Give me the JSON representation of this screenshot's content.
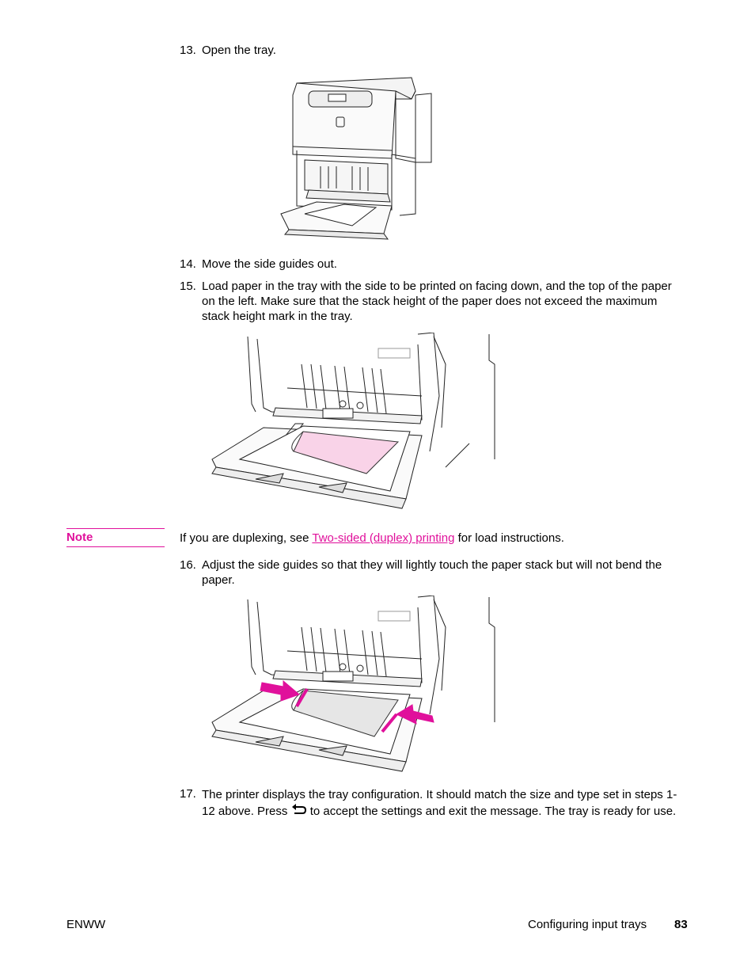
{
  "steps": [
    {
      "num": "13.",
      "text": "Open the tray."
    },
    {
      "num": "14.",
      "text": "Move the side guides out."
    },
    {
      "num": "15.",
      "text": "Load paper in the tray with the side to be printed on facing down, and the top of the paper on the left. Make sure that the stack height of the paper does not exceed the maximum stack height mark in the tray."
    },
    {
      "num": "16.",
      "text": "Adjust the side guides so that they will lightly touch the paper stack but will not bend the paper."
    },
    {
      "num": "17.",
      "text_before": "The printer displays the tray configuration. It should match the size and type set in steps 1-12 above. Press",
      "text_after": "to accept the settings and exit the message. The tray is ready for use.",
      "icon": "return-arrow-icon"
    }
  ],
  "note": {
    "label": "Note",
    "before": "If you are duplexing, see",
    "link": "Two-sided (duplex) printing",
    "after": "for load instructions."
  },
  "footer": {
    "left": "ENWW",
    "section": "Configuring input trays",
    "page": "83"
  },
  "colors": {
    "accent": "#e0109b",
    "paper_pink": "#f9d3e8",
    "paper_gray": "#e6e6e6"
  }
}
